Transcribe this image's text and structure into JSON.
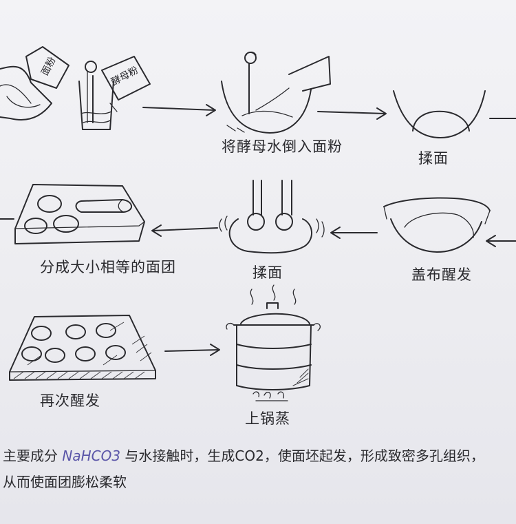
{
  "steps": {
    "mix_label": "将酵母水倒入面粉",
    "knead1_label": "揉面",
    "ferment1_label": "盖布醒发",
    "knead2_label": "揉面",
    "divide_label": "分成大小相等的面团",
    "ferment2_label": "再次醒发",
    "steam_label": "上锅蒸"
  },
  "bags": {
    "left_bag_label": "面粉",
    "right_bag_label": "酵母粉"
  },
  "note": {
    "prefix": "主要成分",
    "formula": "NaHCO3",
    "line1_rest": "与水接触时，生成CO2，使面坯起发，形成致密多孔组织，",
    "line2": "从而使面团膨松柔软"
  },
  "colors": {
    "ink": "#2a2a2e",
    "paper": "#eeeef2",
    "formula": "#5a55a8"
  }
}
